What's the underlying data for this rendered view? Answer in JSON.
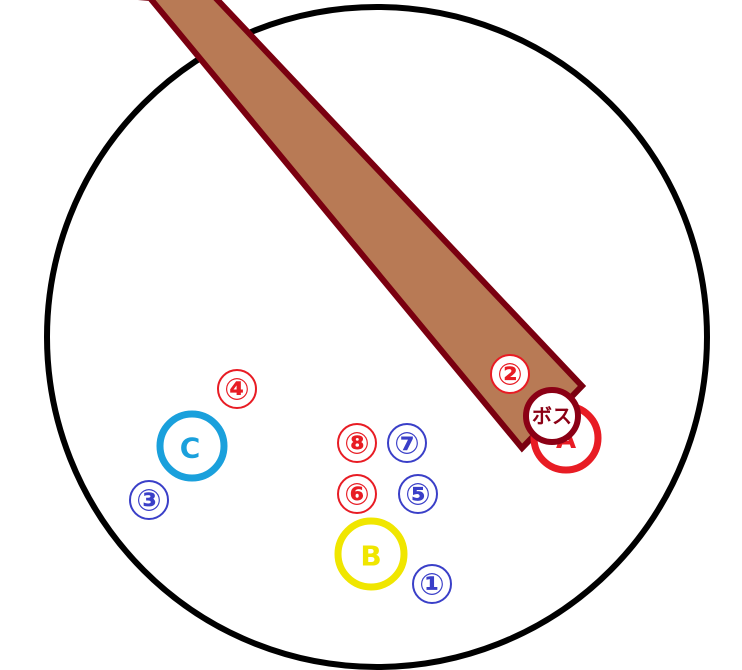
{
  "arena": {
    "shape": "circle",
    "border_color": "#000000"
  },
  "beam": {
    "fill_color": "#b87a55",
    "outline_color": "#7a0010"
  },
  "boss": {
    "label": "ボス",
    "color": "#8b0015"
  },
  "markers": {
    "A": {
      "label": "A",
      "color": "#e81c24"
    },
    "B": {
      "label": "B",
      "color": "#f0e600"
    },
    "C": {
      "label": "C",
      "color": "#1aa0dc"
    }
  },
  "numbers": [
    {
      "label": "①",
      "color": "#3a3fc8"
    },
    {
      "label": "②",
      "color": "#e81c24"
    },
    {
      "label": "③",
      "color": "#3a3fc8"
    },
    {
      "label": "④",
      "color": "#e81c24"
    },
    {
      "label": "⑤",
      "color": "#3a3fc8"
    },
    {
      "label": "⑥",
      "color": "#e81c24"
    },
    {
      "label": "⑦",
      "color": "#3a3fc8"
    },
    {
      "label": "⑧",
      "color": "#e81c24"
    }
  ]
}
